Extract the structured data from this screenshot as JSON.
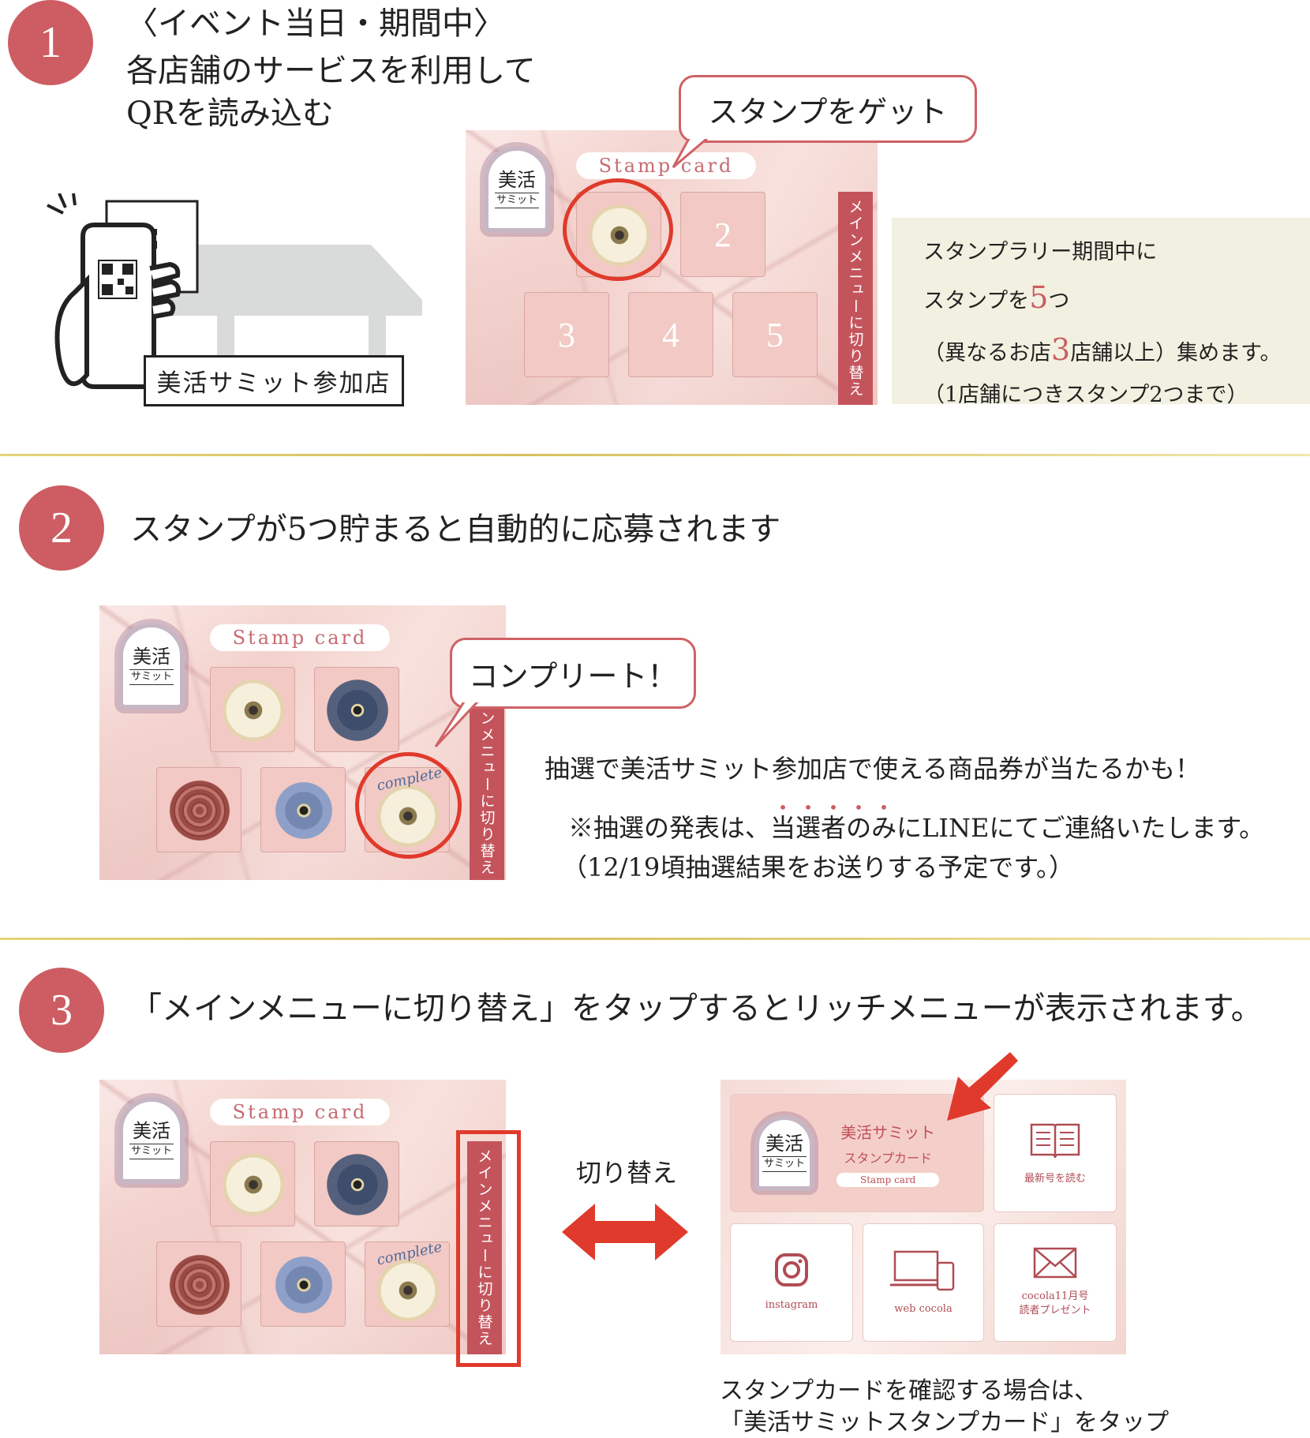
{
  "step1": {
    "num": "1",
    "heading_line1": "〈イベント当日・期間中〉",
    "heading_line2": "各店舗のサービスを利用して",
    "heading_line3": "QRを読み込む",
    "shop_label": "美活サミット参加店",
    "bubble": "スタンプをゲット",
    "card": {
      "logo_main": "美活",
      "logo_sub": "サミット",
      "title": "Stamp card",
      "slots": [
        "2",
        "3",
        "4",
        "5"
      ],
      "switch_label": "メインメニューに切り替え"
    },
    "info": {
      "line1": "スタンプラリー期間中に",
      "line2_pre": "スタンプを",
      "line2_num": "5",
      "line2_post": "つ",
      "line3_pre": "（異なるお店",
      "line3_num": "3",
      "line3_post": "店舗以上）集めます。",
      "line4": "（1店舗につきスタンプ2つまで）"
    }
  },
  "step2": {
    "num": "2",
    "heading": "スタンプが5つ貯まると自動的に応募されます",
    "bubble": "コンプリート！",
    "card": {
      "logo_main": "美活",
      "logo_sub": "サミット",
      "title": "Stamp card",
      "complete": "complete",
      "switch_label": "ンメニューに切り替え"
    },
    "text1": "抽選で美活サミット参加店で使える商品券が当たるかも！",
    "text2_pre": "※抽選の発表は、",
    "text2_dotted": [
      "当",
      "選",
      "者",
      "の",
      "み"
    ],
    "text2_post": "にLINEにてご連絡いたします。",
    "text3": "（12/19頃抽選結果をお送りする予定です。）"
  },
  "step3": {
    "num": "3",
    "heading": "「メインメニューに切り替え」をタップするとリッチメニューが表示されます。",
    "card": {
      "logo_main": "美活",
      "logo_sub": "サミット",
      "title": "Stamp card",
      "complete": "complete",
      "switch_label": "メインメニューに切り替え"
    },
    "switch_caption": "切り替え",
    "rich": {
      "logo_main": "美活",
      "logo_sub": "サミット",
      "main_title1": "美活サミット",
      "main_title2": "スタンプカード",
      "main_pill": "Stamp card",
      "tile_read": "最新号を読む",
      "tile_instagram": "instagram",
      "tile_web": "web cocola",
      "tile_present1": "cocola11月号",
      "tile_present2": "読者プレゼント"
    },
    "note_line1": "スタンプカードを確認する場合は、",
    "note_line2": "「美活サミットスタンプカード」をタップ"
  },
  "colors": {
    "accent": "#cd5d62",
    "ring": "#e03a2c",
    "switch_bar": "#c4545c",
    "info_bg": "#f2f1e1",
    "rule": "#d7c05f"
  }
}
